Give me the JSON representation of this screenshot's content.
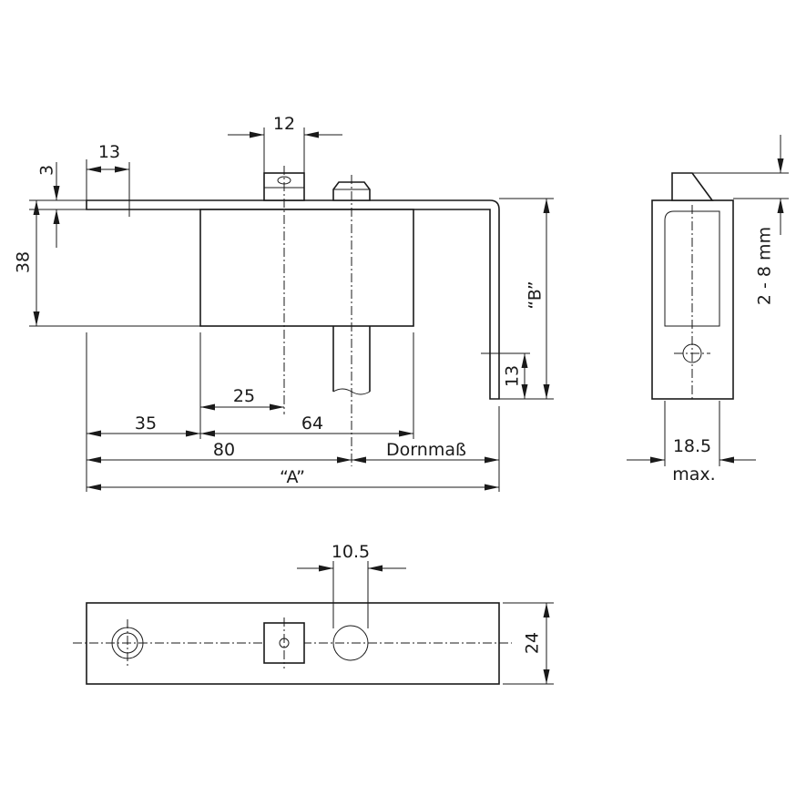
{
  "dimensions": {
    "d13_top": "13",
    "d3": "3",
    "d38": "38",
    "d12": "12",
    "dB": "“B”",
    "d13_right": "13",
    "d25": "25",
    "d35": "35",
    "d64": "64",
    "d80": "80",
    "dornmass": "Dornmaß",
    "dA": "“A”",
    "d2_8": "2 - 8 mm",
    "d18_5": "18.5",
    "max": "max.",
    "d10_5": "10.5",
    "d24": "24"
  }
}
